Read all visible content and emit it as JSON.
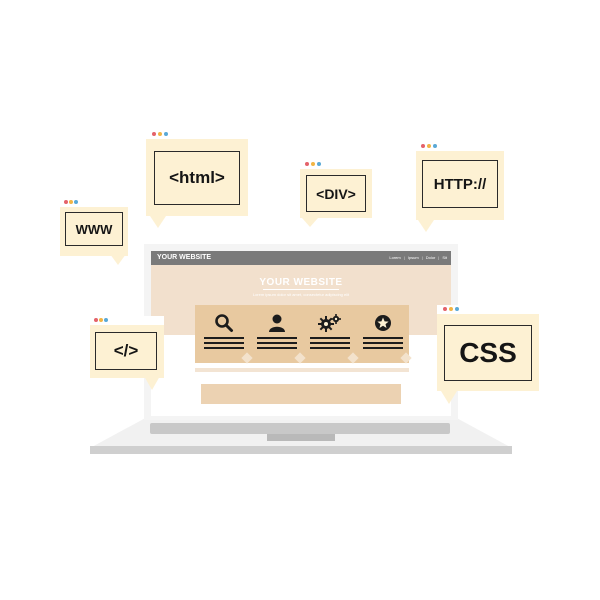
{
  "colors": {
    "bubble": "#fdf1d3",
    "nav": "#7a7a7a",
    "hero": "#f2e0cd",
    "cards": "#e8c9a0",
    "ink": "#151515",
    "dot_red": "#e4626a",
    "dot_yellow": "#f2b544",
    "dot_blue": "#5aa9d6"
  },
  "website": {
    "nav_brand": "YOUR WEBSITE",
    "nav_links": [
      "Lorem",
      "Ipsum",
      "Dolor",
      "Sit"
    ],
    "hero_title": "YOUR WEBSITE",
    "hero_subtitle": "Lorem ipsum dolor sit amet, consectetur adipiscing elit",
    "cards": [
      {
        "icon": "search-icon"
      },
      {
        "icon": "user-icon"
      },
      {
        "icon": "gears-icon"
      },
      {
        "icon": "star-icon"
      }
    ]
  },
  "tags": {
    "html": "<html>",
    "div": "<DIV>",
    "http": "HTTP://",
    "www": "WWW",
    "code": "</>",
    "css": "CSS"
  }
}
